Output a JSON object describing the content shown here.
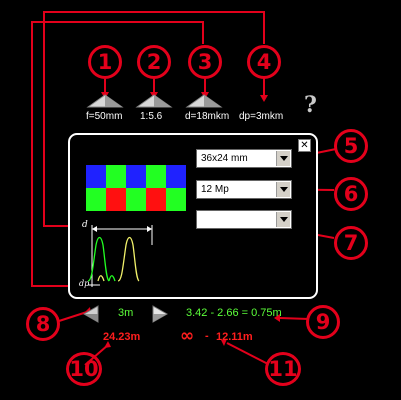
{
  "toolbar": {
    "focal": "f=50mm",
    "aperture": "1:5.6",
    "coc": "d=18mkm",
    "pixel": "dp=3mkm",
    "help": "?"
  },
  "callouts": [
    "1",
    "2",
    "3",
    "4",
    "5",
    "6",
    "7",
    "8",
    "9",
    "10",
    "11"
  ],
  "panel": {
    "close": "✕",
    "sensor_select": "36x24 mm",
    "megapixel_select": "12 Mp",
    "third_select": "",
    "d_label": "d",
    "dp_label": "dp"
  },
  "distance": {
    "value": "3m",
    "dof_formula": "3.42 - 2.66 = 0.75m"
  },
  "hyperfocal": {
    "value": "24.23m",
    "infinity": "∞",
    "dash": "-",
    "near": "12.11m"
  },
  "colors": {
    "red": "#e3001b",
    "green": "#5cff3a",
    "blue": "#1f22ff",
    "bayer_red": "#ff1010"
  },
  "icons": [
    "left-arrow-icon",
    "right-arrow-icon",
    "close-icon",
    "chevron-down-icon"
  ]
}
